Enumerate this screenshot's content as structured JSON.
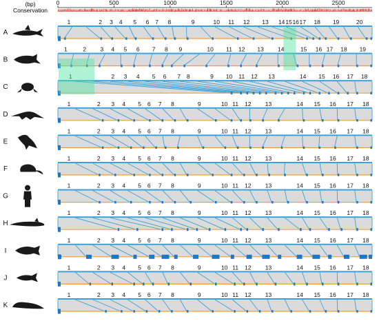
{
  "header": {
    "unit_label": "(bp)",
    "conservation_label": "Conservation",
    "ruler_ticks": [
      {
        "bp": 0,
        "label": "0"
      },
      {
        "bp": 500,
        "label": "500"
      },
      {
        "bp": 1000,
        "label": "1000"
      },
      {
        "bp": 1500,
        "label": "1500"
      },
      {
        "bp": 2000,
        "label": "2000"
      },
      {
        "bp": 2500,
        "label": "2500"
      }
    ],
    "axis_max_bp": 2800
  },
  "colors": {
    "gray_fill": "#d9d9d9",
    "blue_line": "#3aa0d8",
    "exon_blue": "#1a78c8",
    "orange_line": "#f0a030",
    "highlight_green": "#4fe3a0",
    "conservation_red": "#d03020",
    "silhouette": "#1a1a1a",
    "text": "#111111"
  },
  "species": [
    {
      "row": "A",
      "icon": "shark-icon",
      "bottom_exon_pos": [
        0.0,
        0.02,
        0.135,
        0.17,
        0.215,
        0.245,
        0.3,
        0.34,
        0.37,
        0.41,
        0.49,
        0.57,
        0.62,
        0.68,
        0.74,
        0.79,
        0.81,
        0.83,
        0.85,
        0.89,
        0.93,
        0.98,
        1.0
      ],
      "labels": [
        {
          "n": "1",
          "p": 0.035
        },
        {
          "n": "2",
          "p": 0.135
        },
        {
          "n": "3",
          "p": 0.17
        },
        {
          "n": "4",
          "p": 0.2
        },
        {
          "n": "5",
          "p": 0.245
        },
        {
          "n": "6",
          "p": 0.285
        },
        {
          "n": "7",
          "p": 0.315
        },
        {
          "n": "8",
          "p": 0.355
        },
        {
          "n": "9",
          "p": 0.43
        },
        {
          "n": "10",
          "p": 0.505
        },
        {
          "n": "11",
          "p": 0.552
        },
        {
          "n": "12",
          "p": 0.6
        },
        {
          "n": "13",
          "p": 0.66
        },
        {
          "n": "14",
          "p": 0.712
        },
        {
          "n": "15",
          "p": 0.735
        },
        {
          "n": "16",
          "p": 0.757
        },
        {
          "n": "17",
          "p": 0.779
        },
        {
          "n": "18",
          "p": 0.825
        },
        {
          "n": "19",
          "p": 0.885
        },
        {
          "n": "20",
          "p": 0.96
        }
      ]
    },
    {
      "row": "B",
      "icon": "coelacanth-icon",
      "bottom_exon_pos": [
        0.0,
        0.04,
        0.09,
        0.13,
        0.2,
        0.24,
        0.29,
        0.33,
        0.36,
        0.4,
        0.47,
        0.54,
        0.58,
        0.63,
        0.7,
        0.76,
        0.8,
        0.84,
        0.89,
        0.95,
        1.0
      ],
      "labels": [
        {
          "n": "1",
          "p": 0.025
        },
        {
          "n": "2",
          "p": 0.085
        },
        {
          "n": "3",
          "p": 0.14
        },
        {
          "n": "4",
          "p": 0.175
        },
        {
          "n": "5",
          "p": 0.215
        },
        {
          "n": "6",
          "p": 0.255
        },
        {
          "n": "7",
          "p": 0.305
        },
        {
          "n": "8",
          "p": 0.345
        },
        {
          "n": "9",
          "p": 0.39
        },
        {
          "n": "10",
          "p": 0.485
        },
        {
          "n": "11",
          "p": 0.545
        },
        {
          "n": "12",
          "p": 0.585
        },
        {
          "n": "13",
          "p": 0.645
        },
        {
          "n": "14",
          "p": 0.71
        },
        {
          "n": "15",
          "p": 0.782
        },
        {
          "n": "16",
          "p": 0.83
        },
        {
          "n": "17",
          "p": 0.865
        },
        {
          "n": "18",
          "p": 0.91
        },
        {
          "n": "19",
          "p": 0.97
        }
      ]
    },
    {
      "row": "C",
      "icon": "frog-icon",
      "bottom_exon_pos": [
        0.0,
        0.55,
        0.58,
        0.6,
        0.62,
        0.64,
        0.66,
        0.69,
        0.71,
        0.73,
        0.75,
        0.78,
        0.8,
        0.83,
        0.86,
        0.89,
        0.92,
        0.95,
        1.0
      ],
      "labels": [
        {
          "n": "1",
          "p": 0.04
        },
        {
          "n": "2",
          "p": 0.175
        },
        {
          "n": "3",
          "p": 0.215
        },
        {
          "n": "4",
          "p": 0.255
        },
        {
          "n": "5",
          "p": 0.305
        },
        {
          "n": "6",
          "p": 0.34
        },
        {
          "n": "7",
          "p": 0.385
        },
        {
          "n": "8",
          "p": 0.415
        },
        {
          "n": "9",
          "p": 0.49
        },
        {
          "n": "10",
          "p": 0.545
        },
        {
          "n": "11",
          "p": 0.585
        },
        {
          "n": "12",
          "p": 0.625
        },
        {
          "n": "13",
          "p": 0.68
        },
        {
          "n": "14",
          "p": 0.78
        },
        {
          "n": "15",
          "p": 0.84
        },
        {
          "n": "16",
          "p": 0.885
        },
        {
          "n": "17",
          "p": 0.93
        },
        {
          "n": "18",
          "p": 0.975
        }
      ]
    },
    {
      "row": "D",
      "icon": "crocodile-icon",
      "bottom_exon_pos": [
        0.0,
        0.14,
        0.19,
        0.24,
        0.29,
        0.33,
        0.37,
        0.41,
        0.5,
        0.55,
        0.58,
        0.61,
        0.65,
        0.7,
        0.78,
        0.84,
        0.89,
        0.95,
        1.0
      ],
      "labels": [
        {
          "n": "1",
          "p": 0.035
        },
        {
          "n": "2",
          "p": 0.13
        },
        {
          "n": "3",
          "p": 0.175
        },
        {
          "n": "4",
          "p": 0.21
        },
        {
          "n": "5",
          "p": 0.26
        },
        {
          "n": "6",
          "p": 0.29
        },
        {
          "n": "7",
          "p": 0.325
        },
        {
          "n": "8",
          "p": 0.365
        },
        {
          "n": "9",
          "p": 0.45
        },
        {
          "n": "10",
          "p": 0.53
        },
        {
          "n": "11",
          "p": 0.565
        },
        {
          "n": "12",
          "p": 0.605
        },
        {
          "n": "13",
          "p": 0.67
        },
        {
          "n": "14",
          "p": 0.77
        },
        {
          "n": "15",
          "p": 0.825
        },
        {
          "n": "16",
          "p": 0.875
        },
        {
          "n": "17",
          "p": 0.93
        },
        {
          "n": "18",
          "p": 0.98
        }
      ]
    },
    {
      "row": "E",
      "icon": "bird-icon",
      "bottom_exon_pos": [
        0.0,
        0.14,
        0.19,
        0.23,
        0.27,
        0.31,
        0.34,
        0.38,
        0.46,
        0.53,
        0.57,
        0.61,
        0.65,
        0.71,
        0.78,
        0.83,
        0.88,
        0.95,
        1.0
      ],
      "labels": [
        {
          "n": "1",
          "p": 0.035
        },
        {
          "n": "2",
          "p": 0.13
        },
        {
          "n": "3",
          "p": 0.175
        },
        {
          "n": "4",
          "p": 0.21
        },
        {
          "n": "5",
          "p": 0.26
        },
        {
          "n": "6",
          "p": 0.29
        },
        {
          "n": "7",
          "p": 0.325
        },
        {
          "n": "8",
          "p": 0.365
        },
        {
          "n": "9",
          "p": 0.45
        },
        {
          "n": "10",
          "p": 0.53
        },
        {
          "n": "11",
          "p": 0.565
        },
        {
          "n": "12",
          "p": 0.605
        },
        {
          "n": "13",
          "p": 0.67
        },
        {
          "n": "14",
          "p": 0.77
        },
        {
          "n": "15",
          "p": 0.825
        },
        {
          "n": "16",
          "p": 0.875
        },
        {
          "n": "17",
          "p": 0.93
        },
        {
          "n": "18",
          "p": 0.98
        }
      ]
    },
    {
      "row": "F",
      "icon": "mouse-icon",
      "bottom_exon_pos": [
        0.0,
        0.13,
        0.18,
        0.24,
        0.29,
        0.33,
        0.37,
        0.41,
        0.49,
        0.55,
        0.59,
        0.63,
        0.67,
        0.72,
        0.79,
        0.84,
        0.89,
        0.95,
        1.0
      ],
      "labels": [
        {
          "n": "1",
          "p": 0.035
        },
        {
          "n": "2",
          "p": 0.13
        },
        {
          "n": "3",
          "p": 0.175
        },
        {
          "n": "4",
          "p": 0.21
        },
        {
          "n": "5",
          "p": 0.26
        },
        {
          "n": "6",
          "p": 0.29
        },
        {
          "n": "7",
          "p": 0.325
        },
        {
          "n": "8",
          "p": 0.365
        },
        {
          "n": "9",
          "p": 0.45
        },
        {
          "n": "10",
          "p": 0.53
        },
        {
          "n": "11",
          "p": 0.565
        },
        {
          "n": "12",
          "p": 0.605
        },
        {
          "n": "13",
          "p": 0.67
        },
        {
          "n": "14",
          "p": 0.77
        },
        {
          "n": "15",
          "p": 0.825
        },
        {
          "n": "16",
          "p": 0.875
        },
        {
          "n": "17",
          "p": 0.93
        },
        {
          "n": "18",
          "p": 0.98
        }
      ]
    },
    {
      "row": "G",
      "icon": "human-icon",
      "bottom_exon_pos": [
        0.0,
        0.13,
        0.18,
        0.23,
        0.29,
        0.33,
        0.37,
        0.42,
        0.5,
        0.55,
        0.59,
        0.63,
        0.68,
        0.73,
        0.79,
        0.84,
        0.89,
        0.95,
        1.0
      ],
      "labels": [
        {
          "n": "1",
          "p": 0.035
        },
        {
          "n": "2",
          "p": 0.13
        },
        {
          "n": "3",
          "p": 0.175
        },
        {
          "n": "4",
          "p": 0.21
        },
        {
          "n": "5",
          "p": 0.26
        },
        {
          "n": "6",
          "p": 0.29
        },
        {
          "n": "7",
          "p": 0.325
        },
        {
          "n": "8",
          "p": 0.365
        },
        {
          "n": "9",
          "p": 0.45
        },
        {
          "n": "10",
          "p": 0.53
        },
        {
          "n": "11",
          "p": 0.565
        },
        {
          "n": "12",
          "p": 0.605
        },
        {
          "n": "13",
          "p": 0.67
        },
        {
          "n": "14",
          "p": 0.77
        },
        {
          "n": "15",
          "p": 0.825
        },
        {
          "n": "16",
          "p": 0.875
        },
        {
          "n": "17",
          "p": 0.93
        },
        {
          "n": "18",
          "p": 0.98
        }
      ]
    },
    {
      "row": "H",
      "icon": "bichir-icon",
      "bottom_exon_pos": [
        0.0,
        0.19,
        0.25,
        0.33,
        0.36,
        0.41,
        0.44,
        0.48,
        0.53,
        0.58,
        0.6,
        0.65,
        0.7,
        0.77,
        0.8,
        0.86,
        0.9,
        0.95,
        1.0
      ],
      "labels": [
        {
          "n": "1",
          "p": 0.035
        },
        {
          "n": "2",
          "p": 0.13
        },
        {
          "n": "3",
          "p": 0.175
        },
        {
          "n": "4",
          "p": 0.21
        },
        {
          "n": "5",
          "p": 0.26
        },
        {
          "n": "6",
          "p": 0.29
        },
        {
          "n": "7",
          "p": 0.325
        },
        {
          "n": "8",
          "p": 0.365
        },
        {
          "n": "9",
          "p": 0.45
        },
        {
          "n": "10",
          "p": 0.53
        },
        {
          "n": "11",
          "p": 0.565
        },
        {
          "n": "12",
          "p": 0.605
        },
        {
          "n": "13",
          "p": 0.67
        },
        {
          "n": "14",
          "p": 0.77
        },
        {
          "n": "15",
          "p": 0.825
        },
        {
          "n": "16",
          "p": 0.875
        },
        {
          "n": "17",
          "p": 0.93
        },
        {
          "n": "18",
          "p": 0.98
        }
      ]
    },
    {
      "row": "I",
      "icon": "arowana-icon",
      "bottom_exon_pos": [
        0.0,
        0.09,
        0.17,
        0.24,
        0.29,
        0.33,
        0.37,
        0.43,
        0.49,
        0.55,
        0.6,
        0.65,
        0.7,
        0.76,
        0.81,
        0.86,
        0.91,
        0.96,
        1.0
      ],
      "labels": [
        {
          "n": "1",
          "p": 0.035
        },
        {
          "n": "2",
          "p": 0.13
        },
        {
          "n": "3",
          "p": 0.175
        },
        {
          "n": "4",
          "p": 0.21
        },
        {
          "n": "5",
          "p": 0.26
        },
        {
          "n": "6",
          "p": 0.29
        },
        {
          "n": "7",
          "p": 0.325
        },
        {
          "n": "8",
          "p": 0.365
        },
        {
          "n": "9",
          "p": 0.45
        },
        {
          "n": "10",
          "p": 0.53
        },
        {
          "n": "11",
          "p": 0.565
        },
        {
          "n": "12",
          "p": 0.605
        },
        {
          "n": "13",
          "p": 0.67
        },
        {
          "n": "14",
          "p": 0.77
        },
        {
          "n": "15",
          "p": 0.825
        },
        {
          "n": "16",
          "p": 0.875
        },
        {
          "n": "17",
          "p": 0.93
        },
        {
          "n": "18",
          "p": 0.98
        }
      ]
    },
    {
      "row": "J",
      "icon": "zebrafish-icon",
      "bottom_exon_pos": [
        0.0,
        0.1,
        0.17,
        0.24,
        0.27,
        0.3,
        0.35,
        0.42,
        0.5,
        0.56,
        0.59,
        0.63,
        0.69,
        0.75,
        0.79,
        0.84,
        0.89,
        0.95,
        1.0
      ],
      "labels": [
        {
          "n": "1",
          "p": 0.035
        },
        {
          "n": "2",
          "p": 0.13
        },
        {
          "n": "3",
          "p": 0.175
        },
        {
          "n": "4",
          "p": 0.21
        },
        {
          "n": "5",
          "p": 0.26
        },
        {
          "n": "6",
          "p": 0.29
        },
        {
          "n": "7",
          "p": 0.325
        },
        {
          "n": "8",
          "p": 0.365
        },
        {
          "n": "9",
          "p": 0.45
        },
        {
          "n": "10",
          "p": 0.53
        },
        {
          "n": "11",
          "p": 0.565
        },
        {
          "n": "12",
          "p": 0.605
        },
        {
          "n": "13",
          "p": 0.67
        },
        {
          "n": "14",
          "p": 0.77
        },
        {
          "n": "15",
          "p": 0.825
        },
        {
          "n": "16",
          "p": 0.875
        },
        {
          "n": "17",
          "p": 0.93
        },
        {
          "n": "18",
          "p": 0.98
        }
      ]
    },
    {
      "row": "K",
      "icon": "lamprey-icon",
      "bottom_exon_pos": [
        0.0,
        0.15,
        0.2,
        0.24,
        0.28,
        0.32,
        0.36,
        0.41,
        0.49,
        0.56,
        0.6,
        0.64,
        0.68,
        0.74,
        0.8,
        0.85,
        0.89,
        0.95,
        1.0
      ],
      "labels": [
        {
          "n": "1",
          "p": 0.035
        },
        {
          "n": "2",
          "p": 0.13
        },
        {
          "n": "3",
          "p": 0.175
        },
        {
          "n": "4",
          "p": 0.21
        },
        {
          "n": "5",
          "p": 0.26
        },
        {
          "n": "6",
          "p": 0.29
        },
        {
          "n": "7",
          "p": 0.325
        },
        {
          "n": "8",
          "p": 0.365
        },
        {
          "n": "9",
          "p": 0.45
        },
        {
          "n": "10",
          "p": 0.53
        },
        {
          "n": "11",
          "p": 0.565
        },
        {
          "n": "12",
          "p": 0.605
        },
        {
          "n": "13",
          "p": 0.67
        },
        {
          "n": "14",
          "p": 0.77
        },
        {
          "n": "15",
          "p": 0.825
        },
        {
          "n": "16",
          "p": 0.875
        },
        {
          "n": "17",
          "p": 0.93
        },
        {
          "n": "18",
          "p": 0.98
        }
      ]
    }
  ]
}
